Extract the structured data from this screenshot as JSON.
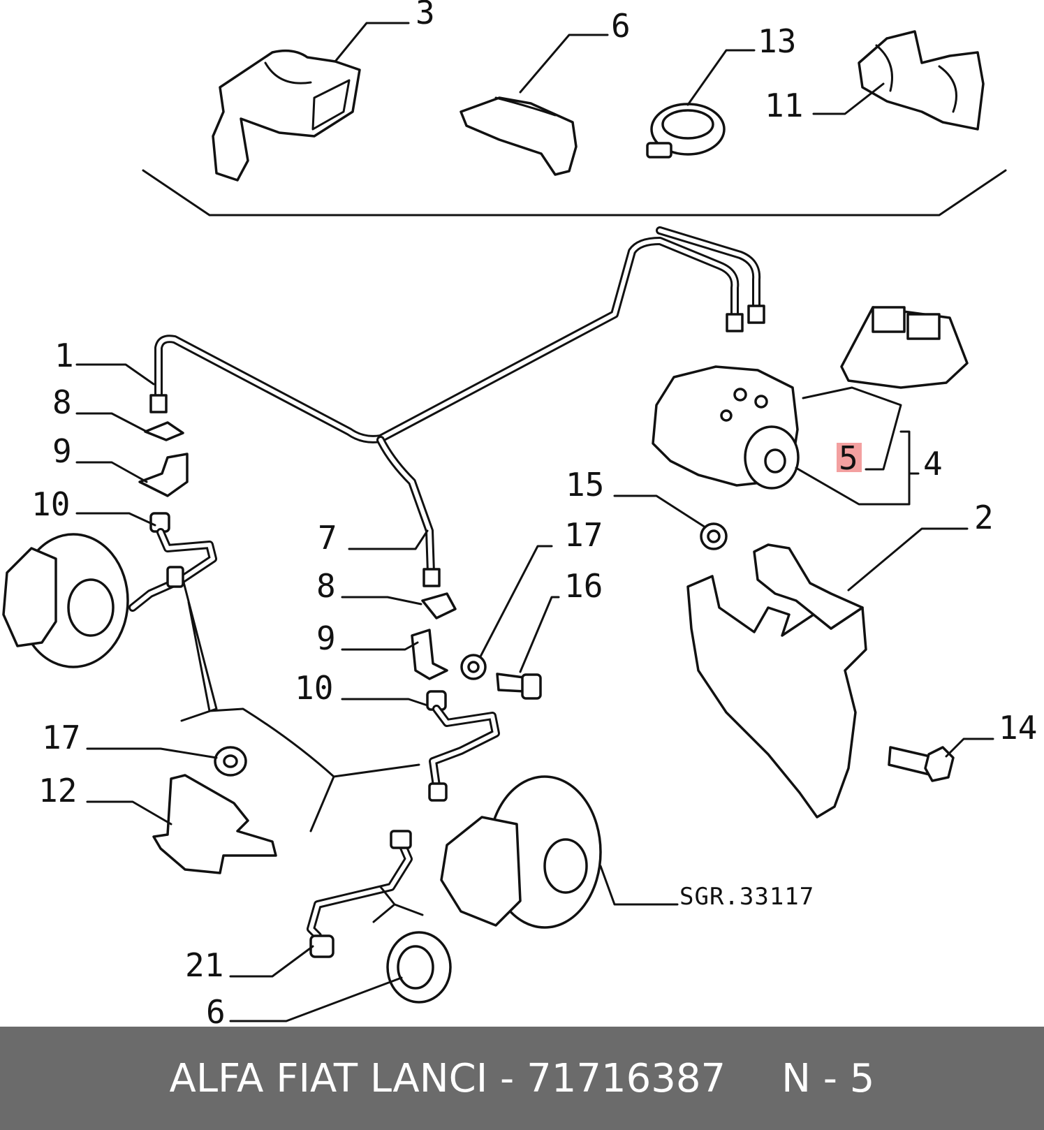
{
  "diagram": {
    "reference_code": "SGR.33117",
    "highlighted_callout": "5",
    "highlight_color": "#f3a0a0",
    "callouts": [
      "3",
      "6",
      "13",
      "11",
      "1",
      "8",
      "9",
      "10",
      "7",
      "8",
      "9",
      "10",
      "17",
      "16",
      "15",
      "2",
      "5",
      "4",
      "17",
      "12",
      "14",
      "21",
      "6"
    ]
  },
  "footer": {
    "brand": "ALFA FIAT LANCI",
    "separator": "-",
    "part_number": "71716387",
    "item": "N - 5",
    "background": "#6b6b6b"
  }
}
